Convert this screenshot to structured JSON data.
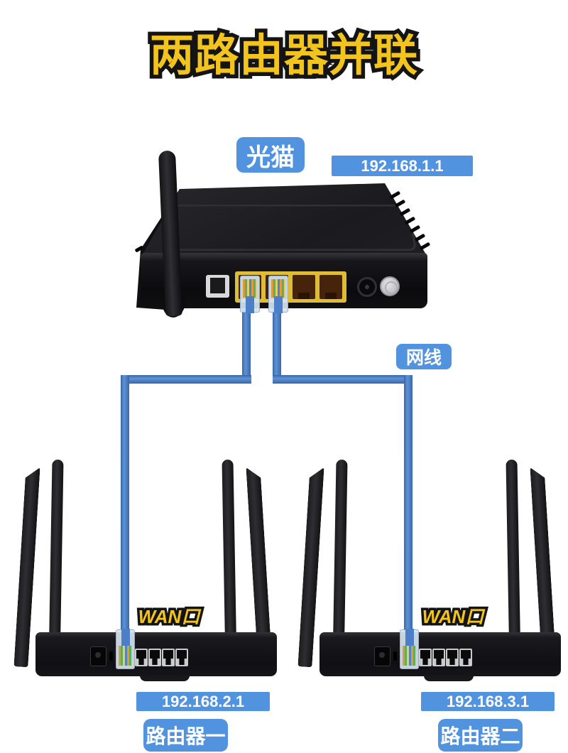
{
  "title": "两路由器并联",
  "modem": {
    "label": "光猫",
    "ip": "192.168.1.1"
  },
  "cable_label": "网线",
  "routers": [
    {
      "name": "路由器一",
      "ip": "192.168.2.1",
      "wan_label": "WAN口"
    },
    {
      "name": "路由器二",
      "ip": "192.168.3.1",
      "wan_label": "WAN口"
    }
  ],
  "colors": {
    "label_blue": "#5193DF",
    "title_yellow": "#F2C41D",
    "cable_blue": "#4B7FC7",
    "device_black": "#1A1A1E",
    "port_panel_yellow": "#DFBC37"
  }
}
